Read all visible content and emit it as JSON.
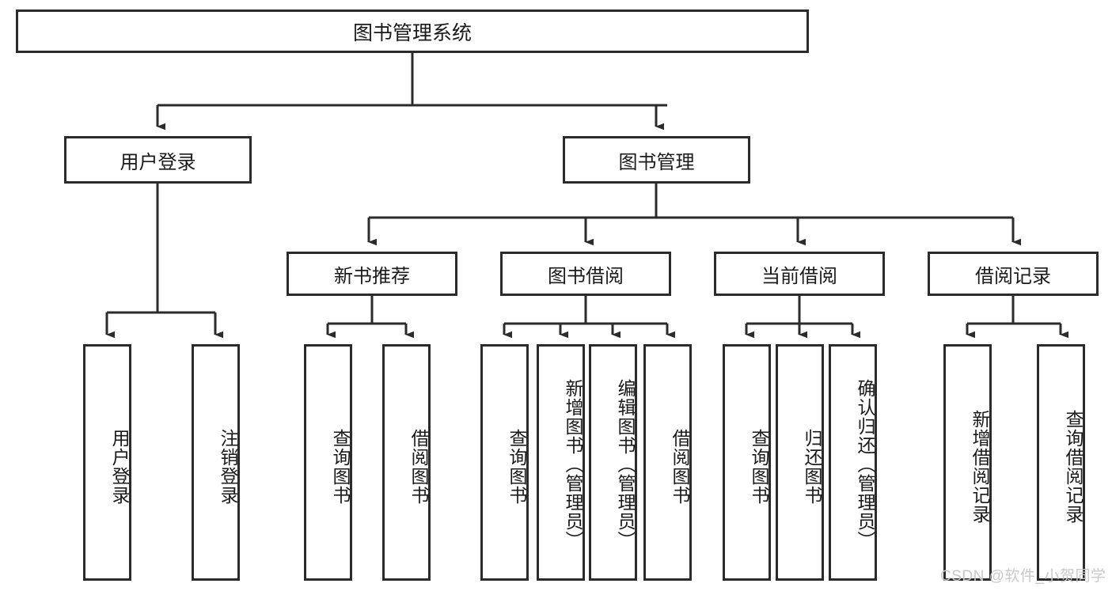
{
  "diagram": {
    "type": "tree",
    "title": "图书管理系统",
    "watermark": "CSDN @软件_小贺同学",
    "colors": {
      "border": "#2b2b2b",
      "background": "#ffffff",
      "text": "#1a1a1a",
      "watermark": "#c9c9c9"
    },
    "root": {
      "id": "root",
      "label": "图书管理系统"
    },
    "level2": [
      {
        "id": "user-login",
        "label": "用户登录"
      },
      {
        "id": "book-manage",
        "label": "图书管理"
      }
    ],
    "level3": [
      {
        "id": "new-book-rec",
        "label": "新书推荐"
      },
      {
        "id": "book-borrow",
        "label": "图书借阅"
      },
      {
        "id": "current-borrow",
        "label": "当前借阅"
      },
      {
        "id": "borrow-record",
        "label": "借阅记录"
      }
    ],
    "leaves": [
      {
        "id": "leaf-user-login",
        "label": "用户登录",
        "parent": "user-login"
      },
      {
        "id": "leaf-user-logout",
        "label": "注销登录",
        "parent": "user-login"
      },
      {
        "id": "leaf-query-book-1",
        "label": "查询图书",
        "parent": "new-book-rec"
      },
      {
        "id": "leaf-borrow-book-1",
        "label": "借阅图书",
        "parent": "new-book-rec"
      },
      {
        "id": "leaf-query-book-2",
        "label": "查询图书",
        "parent": "book-borrow"
      },
      {
        "id": "leaf-add-book",
        "label": "新增图书（管理员）",
        "parent": "book-borrow"
      },
      {
        "id": "leaf-edit-book",
        "label": "编辑图书（管理员）",
        "parent": "book-borrow"
      },
      {
        "id": "leaf-borrow-book-2",
        "label": "借阅图书",
        "parent": "book-borrow"
      },
      {
        "id": "leaf-query-book-3",
        "label": "查询图书",
        "parent": "current-borrow"
      },
      {
        "id": "leaf-return-book",
        "label": "归还图书",
        "parent": "current-borrow"
      },
      {
        "id": "leaf-confirm-return",
        "label": "确认归还（管理员）",
        "parent": "current-borrow"
      },
      {
        "id": "leaf-add-record",
        "label": "新增借阅记录",
        "parent": "borrow-record"
      },
      {
        "id": "leaf-query-record",
        "label": "查询借阅记录",
        "parent": "borrow-record"
      }
    ]
  }
}
